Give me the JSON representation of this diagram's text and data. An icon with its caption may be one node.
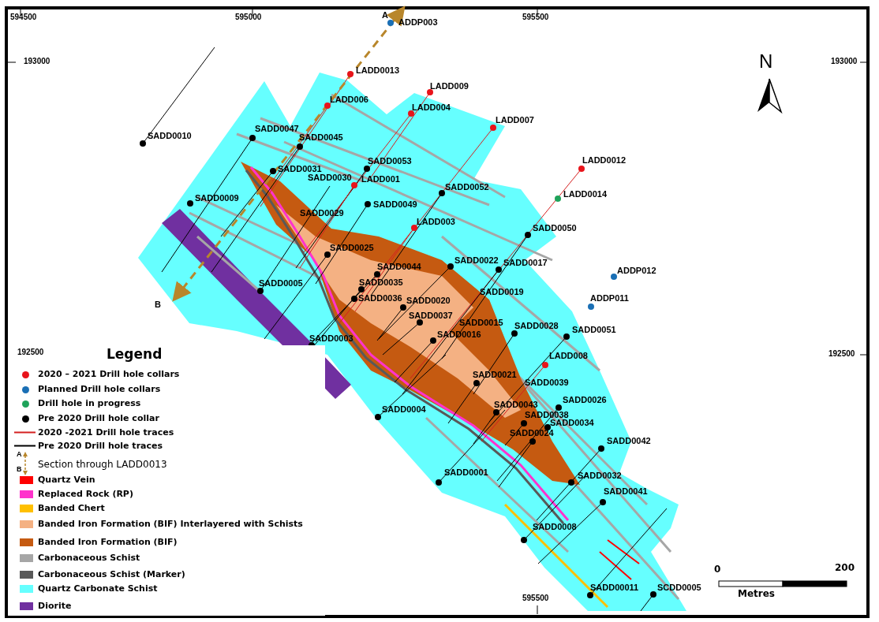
{
  "diagram": {
    "labels": [
      "594500",
      "595000",
      "A",
      "ADDP003",
      "595500",
      "193000",
      "193000",
      "N",
      "LADD0013",
      "LADD009",
      "LADD006",
      "LADD004",
      "LADD007",
      "SADD0010",
      "SADD0047",
      "SADD0045",
      "SADD0053",
      "SADD0031",
      "SADD0030",
      "LADD001",
      "LADD0012",
      "SADD0052",
      "LADD0014",
      "SADD0009",
      "SADD0049",
      "SADD0029",
      "LADD003",
      "SADD0050",
      "SADD0025",
      "SADD0022",
      "SADD0017",
      "SADD0044",
      "ADDP012",
      "SADD0005",
      "SADD0035",
      "B",
      "SADD0036",
      "SADD0020",
      "SADD0019",
      "ADDP011",
      "SADD0037",
      "SADD0015",
      "SADD0016",
      "SADD0028",
      "SADD0051",
      "SADD0003",
      "192500",
      "Legend",
      "LADD008",
      "192500",
      "SADD0021",
      "SADD0039",
      "SADD0026",
      "SADD0043",
      "SADD0004",
      "SADD0038",
      "SADD0034",
      "SADD0024",
      "SADD0042",
      "SADD0001",
      "SADD0032",
      "SADD0041",
      "SADD0008",
      "0",
      "200",
      "SADD00011",
      "SCDD0005",
      "595500",
      "Metres",
      "A",
      "B"
    ],
    "legend": [
      {
        "text": "2020 – 2021  Drill hole collars",
        "color": "#e8141b"
      },
      {
        "text": "Planned Drill hole collars",
        "color": "#1a6fb5"
      },
      {
        "text": "Drill hole in progress",
        "color": "#1fa35a"
      },
      {
        "text": "Pre 2020 Drill hole collar",
        "color": "#000000"
      },
      {
        "text": "2020 -2021 Drill hole traces"
      },
      {
        "text": "Pre 2020 Drill hole traces"
      },
      {
        "text": "Section through LADD0013"
      },
      {
        "text": "Quartz Vein",
        "color": "#ff0000"
      },
      {
        "text": "Replaced Rock (RP)",
        "color": "#ff33cc"
      },
      {
        "text": "Banded Chert",
        "color": "#ffc000"
      },
      {
        "text": "Banded Iron Formation (BIF) Interlayered with Schists",
        "color": "#f4b183"
      },
      {
        "text": "Banded Iron Formation (BIF)",
        "color": "#c55a11"
      },
      {
        "text": "Carbonaceous Schist",
        "color": "#a6a6a6"
      },
      {
        "text": "Carbonaceous Schist (Marker)",
        "color": "#595959"
      },
      {
        "text": "Quartz Carbonate Schist",
        "color": "#66ffff"
      },
      {
        "text": "Diorite",
        "color": "#7030a0"
      }
    ]
  }
}
